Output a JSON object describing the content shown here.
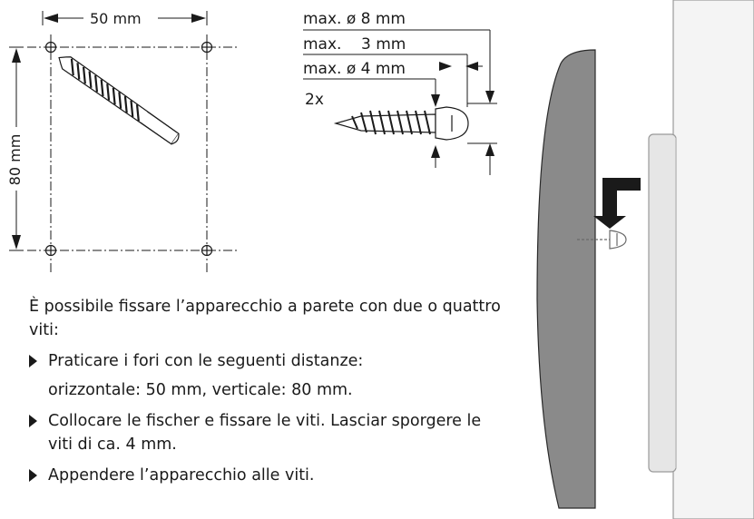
{
  "drilling_template": {
    "horizontal_distance": "50 mm",
    "vertical_distance": "80 mm"
  },
  "screw_spec": {
    "head_diameter": "max. ø 8 mm",
    "head_height_prefix": "max.",
    "head_height_value": "3 mm",
    "shank_diameter": "max. ø 4 mm",
    "quantity": "2x"
  },
  "instructions": {
    "intro": "È possibile fissare l’apparecchio a parete con due o quattro viti:",
    "steps": [
      {
        "line1": "Praticare i fori con le seguenti distanze:",
        "line2": "orizzontale: 50 mm, verticale: 80 mm."
      },
      {
        "line1": "Collocare le fischer e fissare le viti. Lasciar sporgere le viti di ca. 4 mm."
      },
      {
        "line1": "Appendere l’apparecchio alle viti."
      }
    ]
  },
  "icons": {
    "bullet": "triangle-right-icon",
    "drill": "drill-bit-icon",
    "screw": "screw-icon",
    "arrow": "bent-arrow-icon"
  },
  "colors": {
    "ink": "#1a1a1a",
    "wall_fill": "#8a8a8a",
    "device_fill": "#f2f2f2",
    "device_edge": "#c8c8c8"
  }
}
